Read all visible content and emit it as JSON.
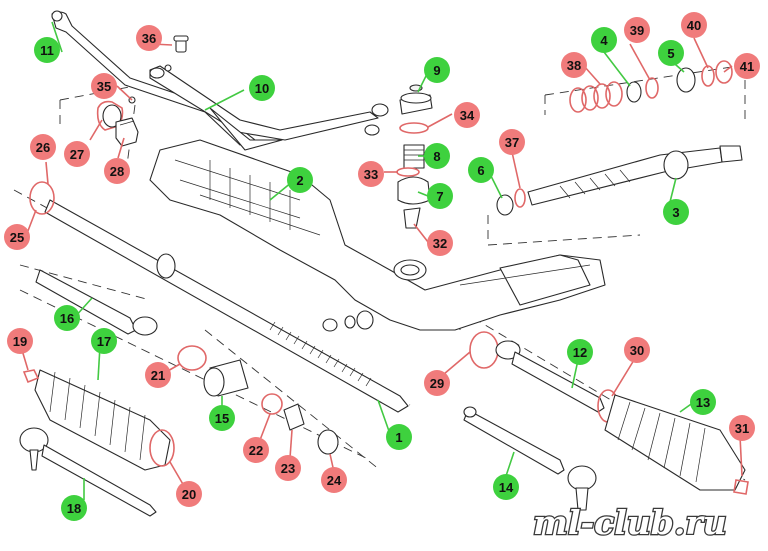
{
  "colors": {
    "green_badge": "#3ed13e",
    "red_badge": "#f07b7b",
    "leader_green": "#43c943",
    "leader_red": "#e06868",
    "line": "#2a2a2a"
  },
  "labels": [
    {
      "n": "1",
      "c": "green"
    },
    {
      "n": "2",
      "c": "green"
    },
    {
      "n": "3",
      "c": "green"
    },
    {
      "n": "4",
      "c": "green"
    },
    {
      "n": "5",
      "c": "green"
    },
    {
      "n": "6",
      "c": "green"
    },
    {
      "n": "7",
      "c": "green"
    },
    {
      "n": "8",
      "c": "green"
    },
    {
      "n": "9",
      "c": "green"
    },
    {
      "n": "10",
      "c": "green"
    },
    {
      "n": "11",
      "c": "green"
    },
    {
      "n": "12",
      "c": "green"
    },
    {
      "n": "13",
      "c": "green"
    },
    {
      "n": "14",
      "c": "green"
    },
    {
      "n": "15",
      "c": "green"
    },
    {
      "n": "16",
      "c": "green"
    },
    {
      "n": "17",
      "c": "green"
    },
    {
      "n": "18",
      "c": "green"
    },
    {
      "n": "19",
      "c": "red"
    },
    {
      "n": "20",
      "c": "red"
    },
    {
      "n": "21",
      "c": "red"
    },
    {
      "n": "22",
      "c": "red"
    },
    {
      "n": "23",
      "c": "red"
    },
    {
      "n": "24",
      "c": "red"
    },
    {
      "n": "25",
      "c": "red"
    },
    {
      "n": "26",
      "c": "red"
    },
    {
      "n": "27",
      "c": "red"
    },
    {
      "n": "28",
      "c": "red"
    },
    {
      "n": "29",
      "c": "red"
    },
    {
      "n": "30",
      "c": "red"
    },
    {
      "n": "31",
      "c": "red"
    },
    {
      "n": "32",
      "c": "red"
    },
    {
      "n": "33",
      "c": "red"
    },
    {
      "n": "34",
      "c": "red"
    },
    {
      "n": "35",
      "c": "red"
    },
    {
      "n": "36",
      "c": "red"
    },
    {
      "n": "37",
      "c": "red"
    },
    {
      "n": "38",
      "c": "red"
    },
    {
      "n": "39",
      "c": "red"
    },
    {
      "n": "40",
      "c": "red"
    },
    {
      "n": "41",
      "c": "red"
    }
  ],
  "watermark": "ml-club.ru"
}
